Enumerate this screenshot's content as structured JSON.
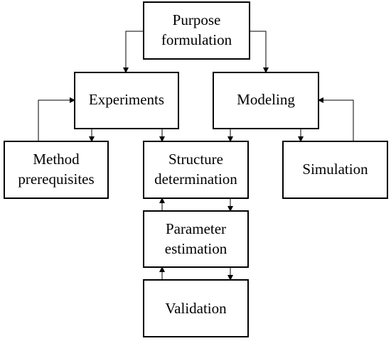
{
  "nodes": {
    "purpose": {
      "lines": [
        "Purpose",
        "formulation"
      ]
    },
    "experiments": {
      "lines": [
        "Experiments"
      ]
    },
    "modeling": {
      "lines": [
        "Modeling"
      ]
    },
    "method": {
      "lines": [
        "Method",
        "prerequisites"
      ]
    },
    "structure": {
      "lines": [
        "Structure",
        "determination"
      ]
    },
    "simulation": {
      "lines": [
        "Simulation"
      ]
    },
    "parameter": {
      "lines": [
        "Parameter",
        "estimation"
      ]
    },
    "validation": {
      "lines": [
        "Validation"
      ]
    }
  },
  "edges": [
    {
      "from": "purpose",
      "to": "experiments"
    },
    {
      "from": "purpose",
      "to": "modeling"
    },
    {
      "from": "method",
      "to": "experiments"
    },
    {
      "from": "experiments",
      "to": "method"
    },
    {
      "from": "experiments",
      "to": "structure"
    },
    {
      "from": "modeling",
      "to": "structure"
    },
    {
      "from": "modeling",
      "to": "simulation"
    },
    {
      "from": "simulation",
      "to": "modeling"
    },
    {
      "from": "structure",
      "to": "parameter"
    },
    {
      "from": "parameter",
      "to": "structure"
    },
    {
      "from": "parameter",
      "to": "validation"
    },
    {
      "from": "validation",
      "to": "parameter"
    }
  ]
}
